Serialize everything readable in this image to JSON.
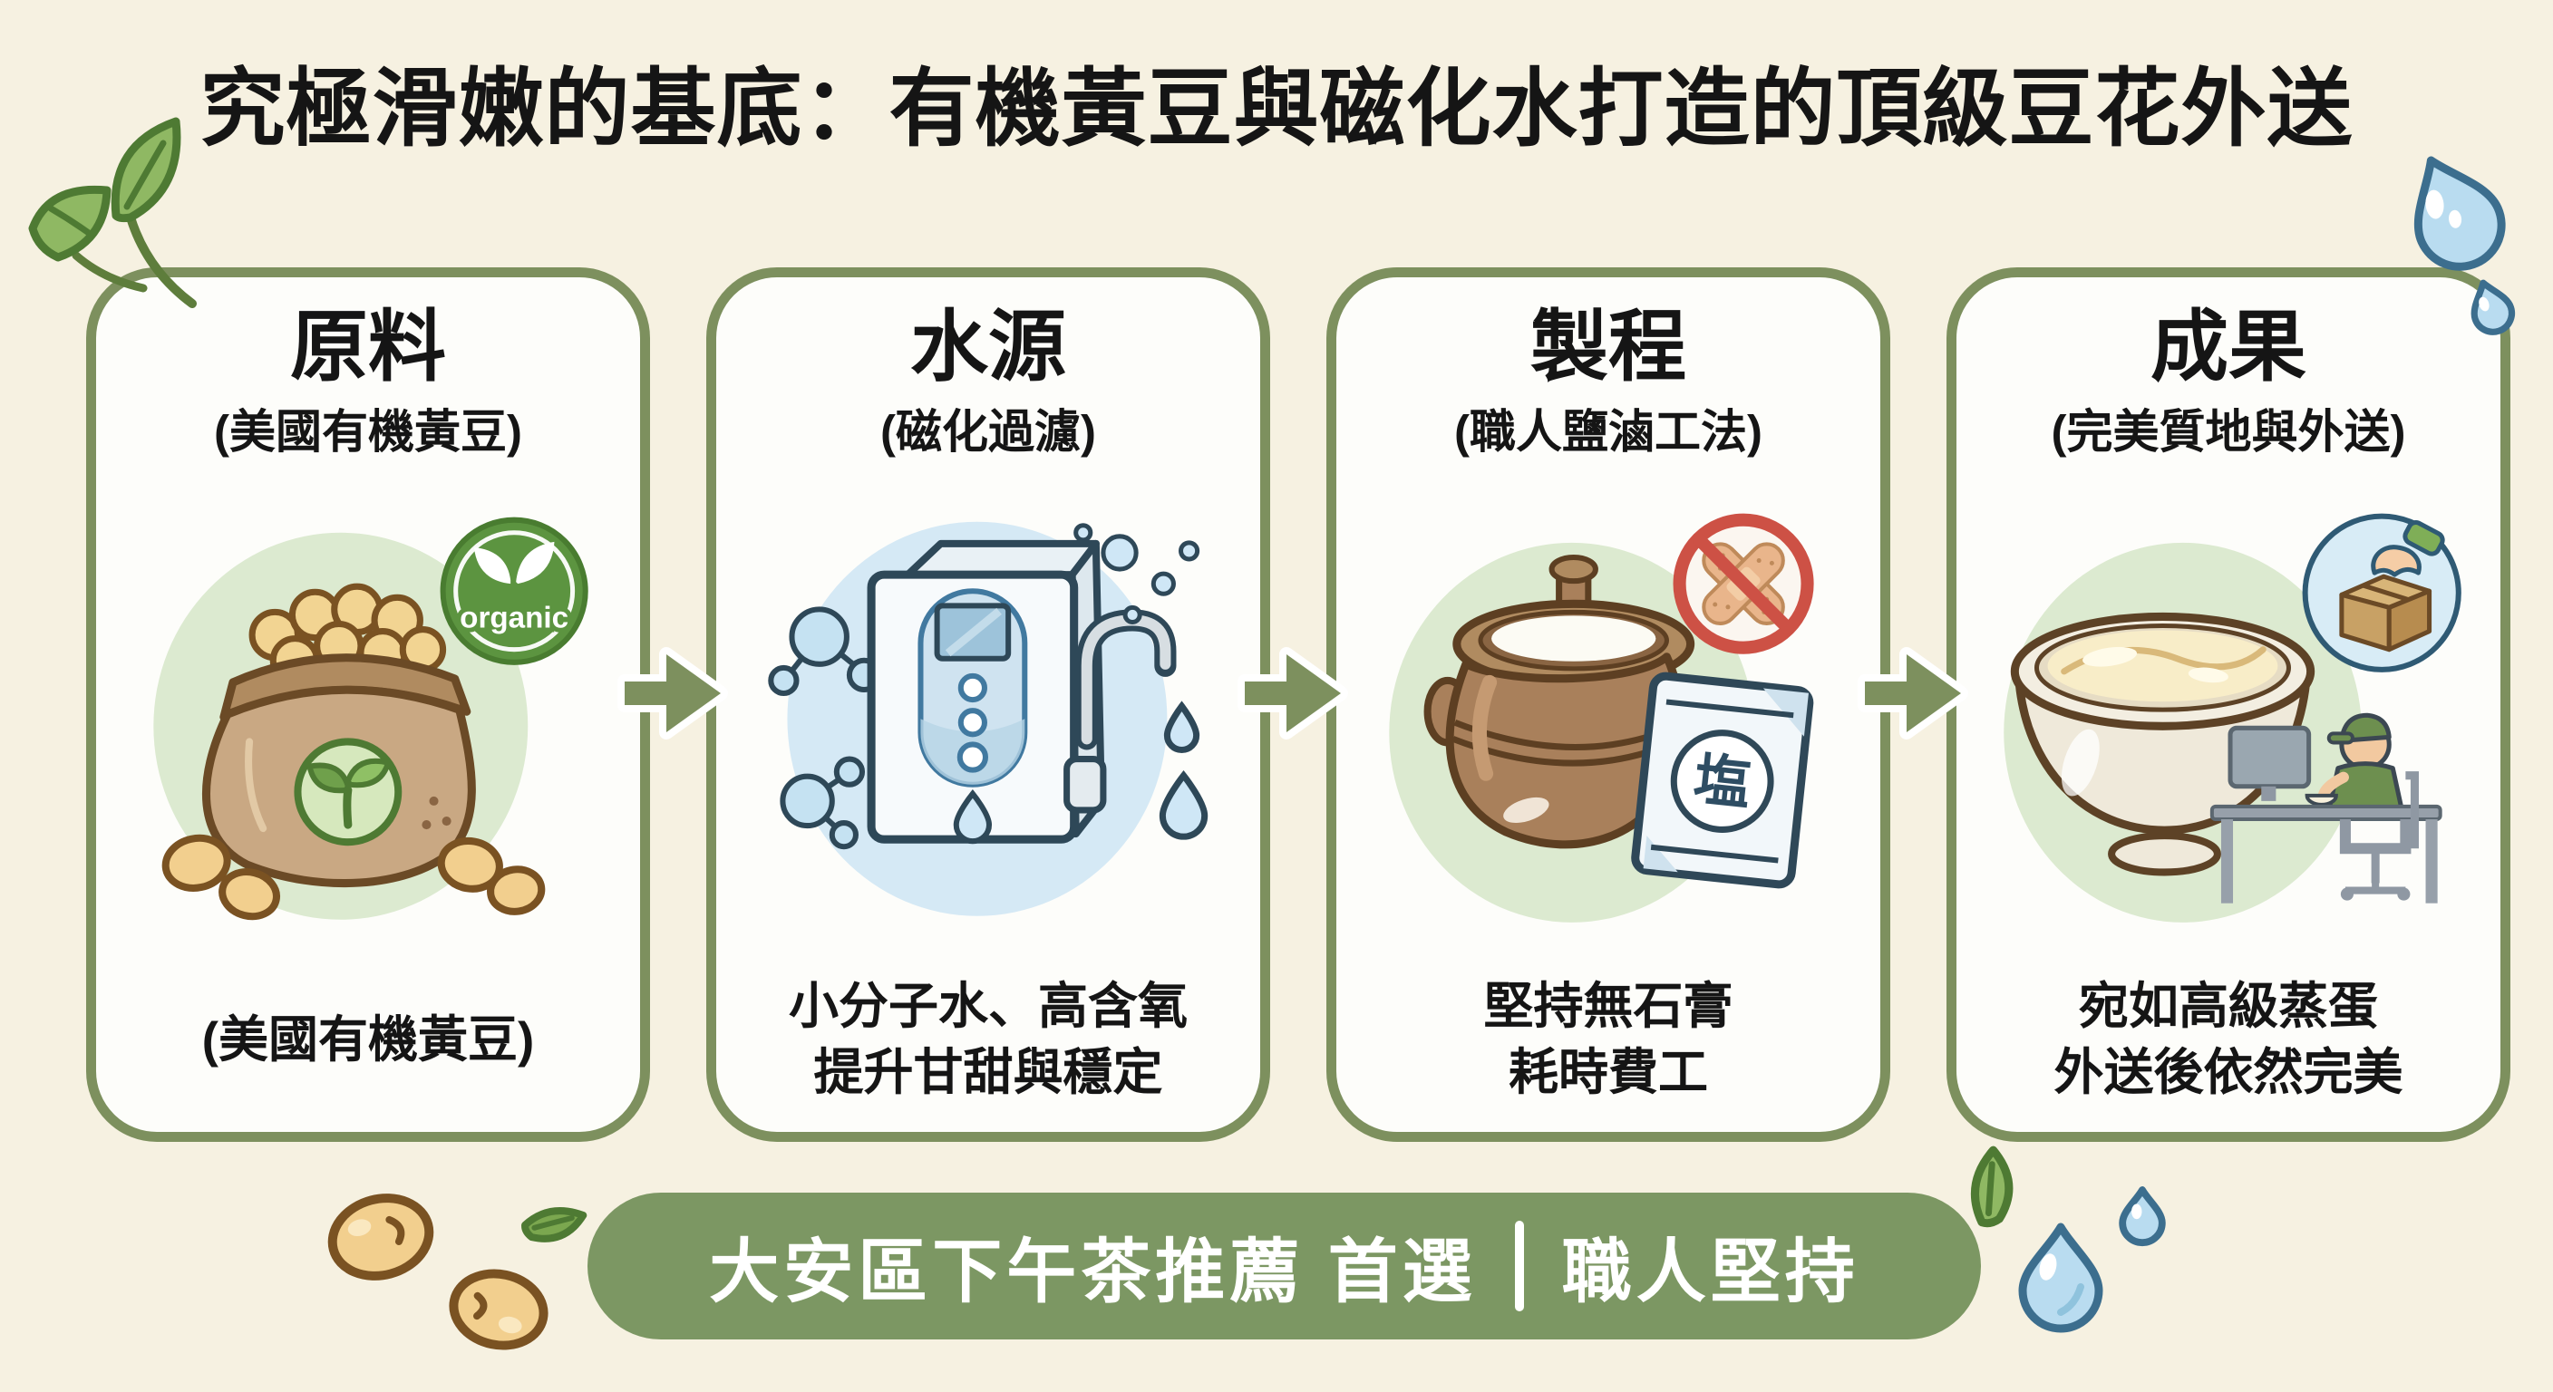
{
  "page": {
    "title": "究極滑嫩的基底：有機黃豆與磁化水打造的頂級豆花外送",
    "background_color": "#f6f1e1"
  },
  "colors": {
    "card_border": "#7d905e",
    "arrow": "#7d905e",
    "banner_background": "#7c9763",
    "banner_text": "#ffffff",
    "title_text": "#151515",
    "green_ellipse": "#dcead0",
    "blue_ellipse": "#d5e9f5",
    "prohibition_red": "#cd5145",
    "organic_badge_green": "#5c9440"
  },
  "cards": [
    {
      "id": "ingredients",
      "title": "原料",
      "subtitle": "(美國有機黃豆)",
      "illustration": "soybean-sack-with-organic-badge",
      "badge_label": "organic",
      "caption": [
        "(美國有機黃豆)"
      ]
    },
    {
      "id": "water-source",
      "title": "水源",
      "subtitle": "(磁化過濾)",
      "illustration": "magnetized-water-ionizer-machine",
      "caption": [
        "小分子水、高含氧",
        "提升甘甜與穩定"
      ]
    },
    {
      "id": "process",
      "title": "製程",
      "subtitle": "(職人鹽滷工法)",
      "illustration": "clay-pot-salt-bag-no-gypsum-sign",
      "salt_bag_label": "塩",
      "caption": [
        "堅持無石膏",
        "耗時費工"
      ]
    },
    {
      "id": "result",
      "title": "成果",
      "subtitle": "(完美質地與外送)",
      "illustration": "tofu-pudding-bowl-delivery-and-customer",
      "caption": [
        "宛如高級蒸蛋",
        "外送後依然完美"
      ]
    }
  ],
  "banner": {
    "left": "大安區下午茶推薦 首選",
    "divider": "｜",
    "right": "職人堅持"
  }
}
